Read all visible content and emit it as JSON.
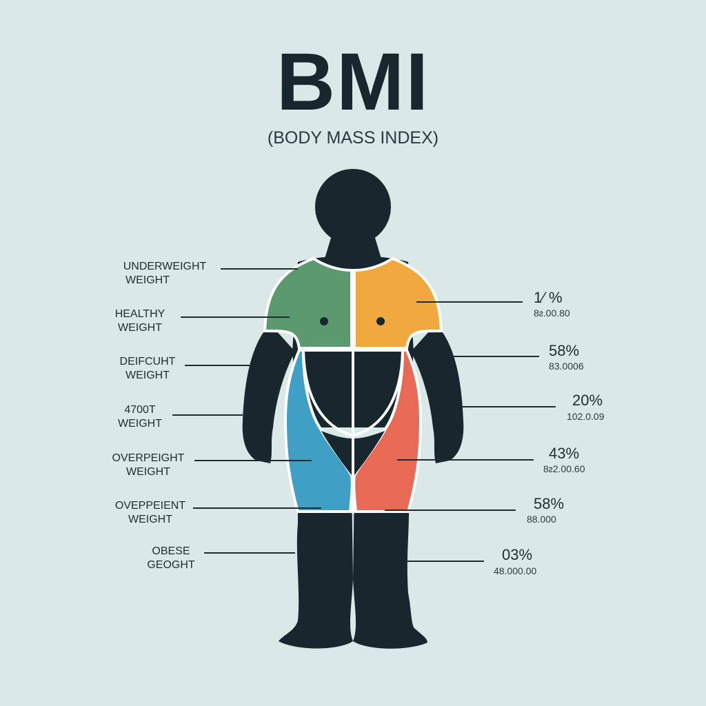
{
  "title": "BMI",
  "subtitle": "(BODY MASS INDEX)",
  "colors": {
    "background": "#dbe8e8",
    "body": "#18272d",
    "green": "#5b9a6e",
    "orange": "#f1a83e",
    "blue": "#3f9fc4",
    "red": "#e86a55"
  },
  "left_labels": [
    {
      "line1": "UNDERWEIGHT",
      "line2": "WEIGHT"
    },
    {
      "line1": "HEALTHY",
      "line2": "WEIGHT"
    },
    {
      "line1": "DEIFCUHT",
      "line2": "WEIGHT"
    },
    {
      "line1": "4700T",
      "line2": "WEIGHT"
    },
    {
      "line1": "OVERPEIGHT",
      "line2": "WEIGHT"
    },
    {
      "line1": "OVEPPEIENT",
      "line2": "WEIGHT"
    },
    {
      "line1": "OBESE",
      "line2": "GEOGHT"
    }
  ],
  "right_labels": [
    {
      "percent": "1⁄ %",
      "value": "8ᴤ.00.80"
    },
    {
      "percent": "58%",
      "value": "83.0006"
    },
    {
      "percent": "20%",
      "value": "102.0.09"
    },
    {
      "percent": "43%",
      "value": "8ᴤ2.00.60"
    },
    {
      "percent": "58%",
      "value": "88.000"
    },
    {
      "percent": "03%",
      "value": "48.000.00"
    }
  ]
}
